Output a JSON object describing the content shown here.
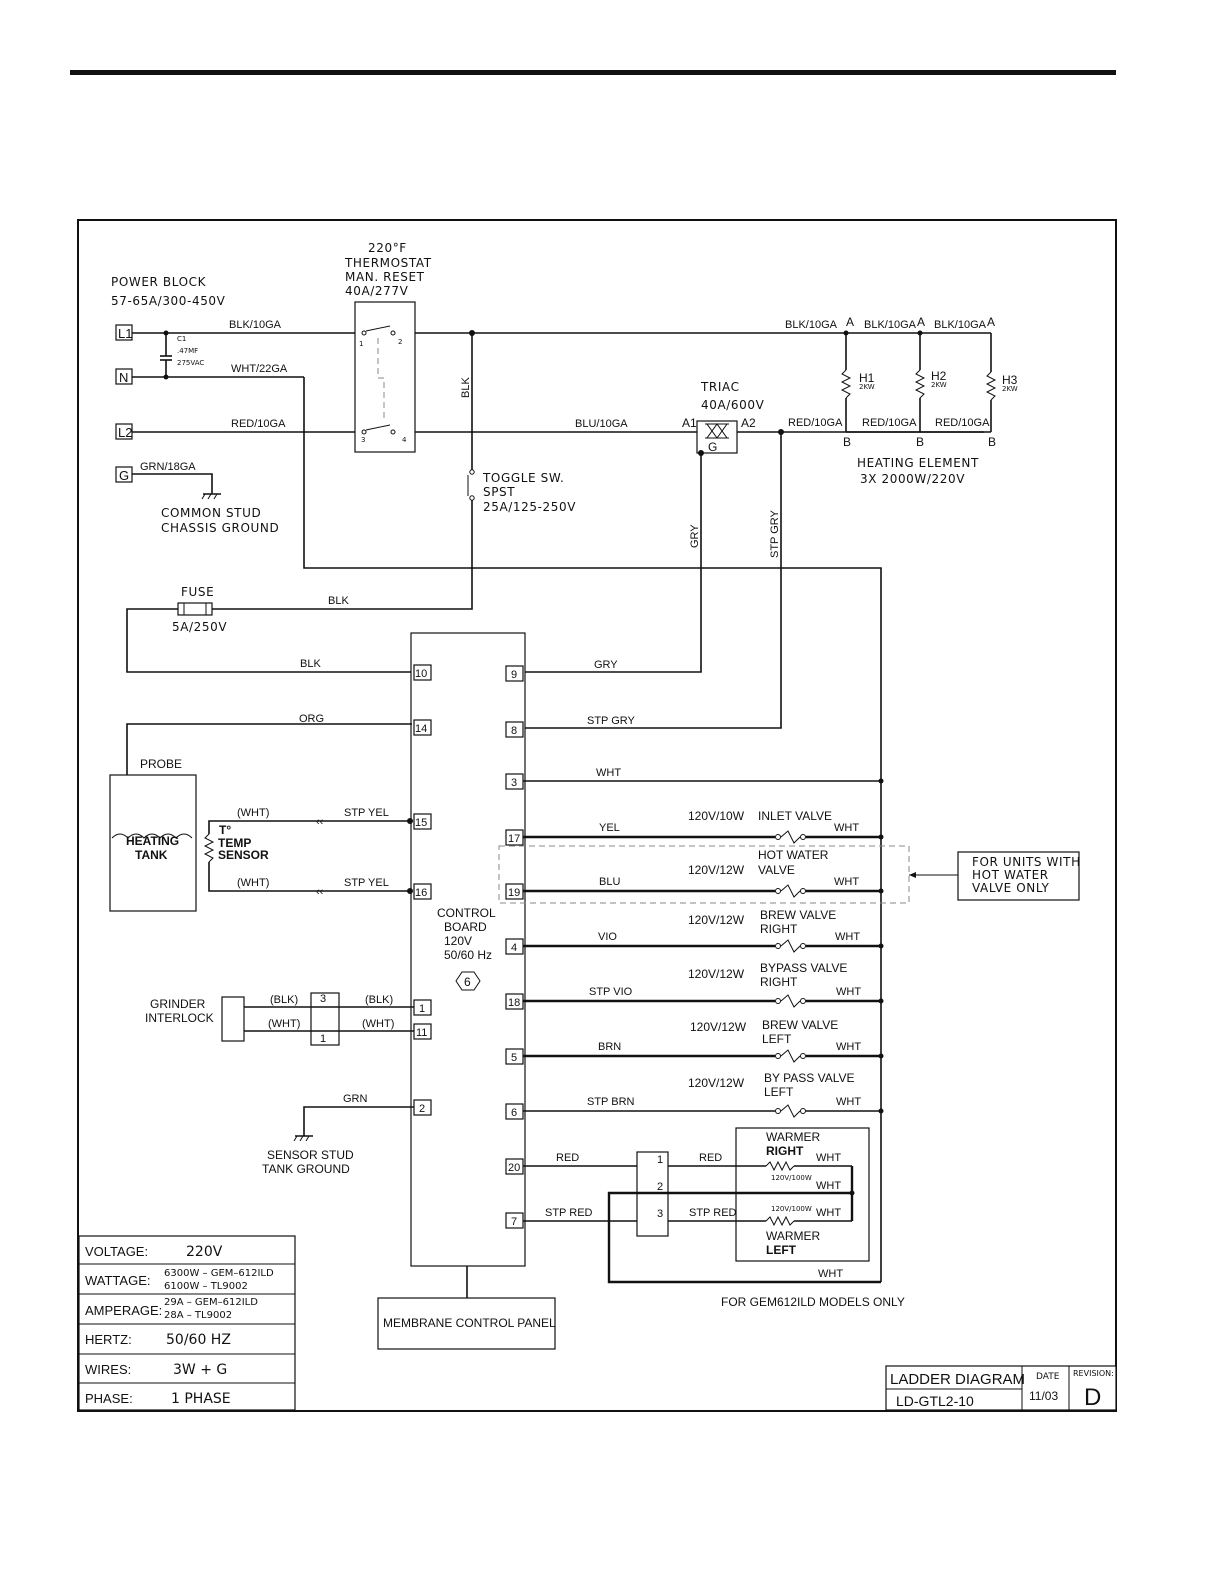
{
  "power_block": {
    "title": "POWER BLOCK",
    "rating": "57-65A/300-450V"
  },
  "thermostat": {
    "line1": "220°F",
    "line2": "THERMOSTAT",
    "line3": "MAN. RESET",
    "line4": "40A/277V",
    "pin1": "1",
    "pin2": "2",
    "pin3": "3",
    "pin4": "4"
  },
  "terminals": {
    "l1": "L1",
    "n": "N",
    "l2": "L2",
    "g": "G"
  },
  "capacitor": {
    "name": "C1",
    "value": ".47MF",
    "voltage": "275VAC"
  },
  "wires": {
    "l1": "BLK/10GA",
    "n": "WHT/22GA",
    "l2": "RED/10GA",
    "g": "GRN/18GA",
    "blu": "BLU/10GA",
    "blk_vert": "BLK",
    "fuse_out": "BLK",
    "fuse_in": "BLK",
    "gry_vert": "GRY",
    "stpgry_vert": "STP GRY",
    "h_top1": "BLK/10GA",
    "h_top2": "BLK/10GA",
    "h_top3": "BLK/10GA",
    "h_bot1": "RED/10GA",
    "h_bot2": "RED/10GA",
    "h_bot3": "RED/10GA"
  },
  "ground": {
    "line1": "COMMON STUD",
    "line2": "CHASSIS GROUND"
  },
  "toggle": {
    "line1": "TOGGLE SW.",
    "line2": "SPST",
    "line3": "25A/125-250V"
  },
  "triac": {
    "name": "TRIAC",
    "rating": "40A/600V",
    "a1": "A1",
    "a2": "A2",
    "g": "G"
  },
  "heaters": {
    "h1": "H1",
    "h2": "H2",
    "h3": "H3",
    "kw": "2KW",
    "a": "A",
    "b": "B",
    "caption1": "HEATING ELEMENT",
    "caption2": "3X 2000W/220V"
  },
  "fuse": {
    "name": "FUSE",
    "rating": "5A/250V"
  },
  "control_board": {
    "line1": "CONTROL",
    "line2": "BOARD",
    "line3": "120V",
    "line4": "50/60 Hz",
    "number": "6"
  },
  "left_pins": [
    {
      "pin": "10",
      "wire": "BLK"
    },
    {
      "pin": "14",
      "wire": "ORG"
    },
    {
      "pin": "15",
      "wire": "STP YEL",
      "wire2": "(WHT)"
    },
    {
      "pin": "16",
      "wire": "STP YEL",
      "wire2": "(WHT)"
    },
    {
      "pin": "1",
      "wire": "(BLK)",
      "wire2": "(BLK)"
    },
    {
      "pin": "11",
      "wire": "(WHT)",
      "wire2": "(WHT)"
    },
    {
      "pin": "2",
      "wire": "GRN"
    }
  ],
  "right_pins": [
    {
      "pin": "9",
      "wire": "GRY"
    },
    {
      "pin": "8",
      "wire": "STP GRY"
    },
    {
      "pin": "3",
      "wire": "WHT"
    },
    {
      "pin": "17",
      "wire": "YEL",
      "rating": "120V/10W",
      "load1": "INLET VALVE",
      "load2": "",
      "out": "WHT"
    },
    {
      "pin": "19",
      "wire": "BLU",
      "rating": "120V/12W",
      "load1": "HOT WATER",
      "load2": "VALVE",
      "out": "WHT"
    },
    {
      "pin": "4",
      "wire": "VIO",
      "rating": "120V/12W",
      "load1": "BREW VALVE",
      "load2": "RIGHT",
      "out": "WHT"
    },
    {
      "pin": "18",
      "wire": "STP VIO",
      "rating": "120V/12W",
      "load1": "BYPASS VALVE",
      "load2": "RIGHT",
      "out": "WHT"
    },
    {
      "pin": "5",
      "wire": "BRN",
      "rating": "120V/12W",
      "load1": "BREW VALVE",
      "load2": "LEFT",
      "out": "WHT"
    },
    {
      "pin": "6",
      "wire": "STP BRN",
      "rating": "120V/12W",
      "load1": "BY PASS VALVE",
      "load2": "LEFT",
      "out": "WHT"
    },
    {
      "pin": "20",
      "wire": "RED"
    },
    {
      "pin": "7",
      "wire": "STP RED"
    }
  ],
  "probe": {
    "label": "PROBE",
    "tank1": "HEATING",
    "tank2": "TANK"
  },
  "temp_sensor": {
    "t": "T°",
    "line1": "TEMP",
    "line2": "SENSOR"
  },
  "grinder": {
    "line1": "GRINDER",
    "line2": "INTERLOCK",
    "pin_a": "3",
    "pin_b": "1"
  },
  "sensor_ground": {
    "line1": "SENSOR STUD",
    "line2": "TANK GROUND"
  },
  "note_hot_water": {
    "line1": "FOR UNITS WITH",
    "line2": "HOT WATER",
    "line3": "VALVE ONLY"
  },
  "warmers": {
    "right1": "WARMER",
    "right2": "RIGHT",
    "left1": "WARMER",
    "left2": "LEFT",
    "rating": "120V/100W",
    "wht": "WHT",
    "red": "RED",
    "stp_red": "STP RED",
    "conn1": "1",
    "conn2": "2",
    "conn3": "3",
    "note": "FOR GEM612ILD MODELS ONLY"
  },
  "membrane": "MEMBRANE CONTROL PANEL",
  "specs": [
    {
      "label": "VOLTAGE:",
      "value": "220V"
    },
    {
      "label": "WATTAGE:",
      "value": "6300W  –  GEM–612ILD",
      "value2": "6100W  –  TL9002"
    },
    {
      "label": "AMPERAGE:",
      "value": "29A  –  GEM–612ILD",
      "value2": "28A  –  TL9002"
    },
    {
      "label": "HERTZ:",
      "value": "50/60  HZ"
    },
    {
      "label": "WIRES:",
      "value": "3W  +  G"
    },
    {
      "label": "PHASE:",
      "value": "1  PHASE"
    }
  ],
  "title_block": {
    "title": "LADDER DIAGRAM",
    "number": "LD-GTL2-10",
    "date_label": "DATE",
    "date": "11/03",
    "rev_label": "REVISION:",
    "rev": "D"
  }
}
